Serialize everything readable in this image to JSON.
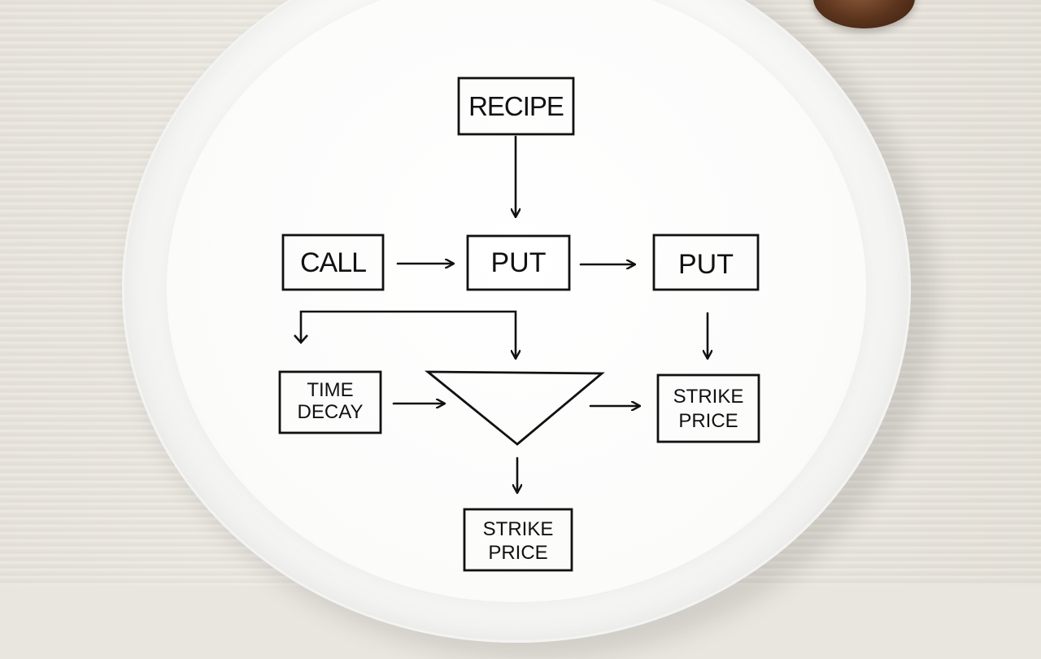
{
  "diagram": {
    "nodes": {
      "recipe": "RECIPE",
      "call": "CALL",
      "put_center": "PUT",
      "put_right": "PUT",
      "time_decay_line1": "TIME",
      "time_decay_line2": "DECAY",
      "strike_right_line1": "STRIKE",
      "strike_right_line2": "PRICE",
      "strike_bottom_line1": "STRIKE",
      "strike_bottom_line2": "PRICE"
    },
    "edges": [
      {
        "from": "recipe",
        "to": "put_center"
      },
      {
        "from": "call",
        "to": "put_center"
      },
      {
        "from": "put_center",
        "to": "put_right"
      },
      {
        "from": "put_right",
        "to": "strike_right"
      },
      {
        "from": "call",
        "to": "time_decay"
      },
      {
        "from": "call",
        "to": "triangle"
      },
      {
        "from": "time_decay",
        "to": "triangle"
      },
      {
        "from": "triangle",
        "to": "strike_right"
      },
      {
        "from": "triangle",
        "to": "strike_bottom"
      }
    ]
  }
}
